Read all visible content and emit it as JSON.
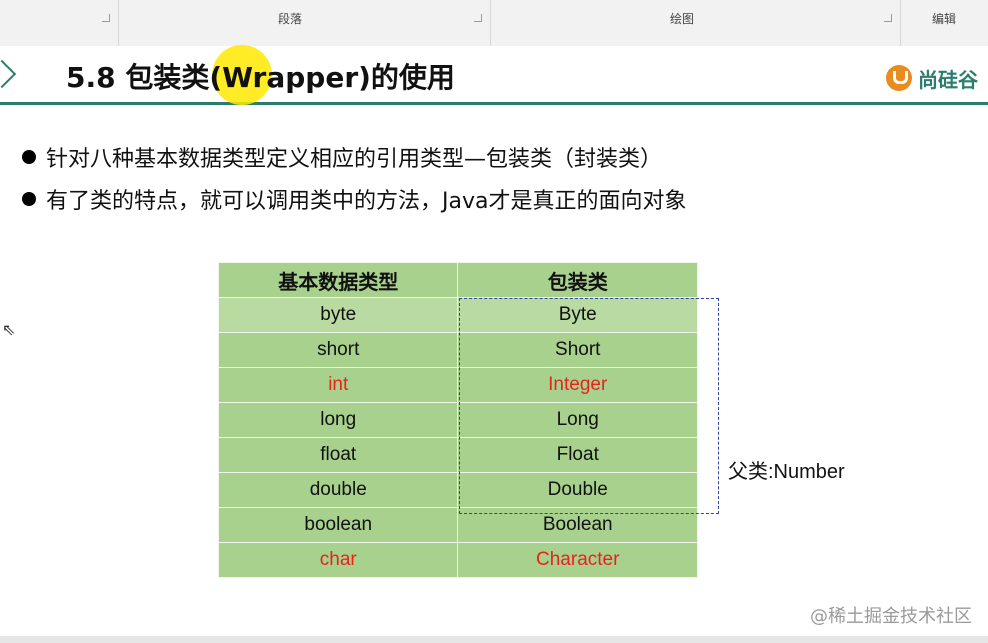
{
  "ribbon": {
    "groups": [
      "段落",
      "绘图",
      "编辑"
    ]
  },
  "slide": {
    "title": "5.8  包装类(Wrapper)的使用",
    "logo_text": "尚硅谷",
    "bullets": [
      "针对八种基本数据类型定义相应的引用类型—包装类（封装类）",
      "有了类的特点，就可以调用类中的方法，Java才是真正的面向对象"
    ],
    "table": {
      "headers": [
        "基本数据类型",
        "包装类"
      ],
      "rows": [
        [
          "byte",
          "Byte"
        ],
        [
          "short",
          "Short"
        ],
        [
          "int",
          "Integer"
        ],
        [
          "long",
          "Long"
        ],
        [
          "float",
          "Float"
        ],
        [
          "double",
          "Double"
        ],
        [
          "boolean",
          "Boolean"
        ],
        [
          "char",
          "Character"
        ]
      ]
    },
    "parent_label": "父类:Number",
    "watermark": "@稀土掘金技术社区"
  },
  "colors": {
    "accent": "#2b7e6e",
    "table_bg": "#a9d18e",
    "highlight_text": "#e8231b",
    "dashed_border": "#3342a8",
    "cursor_highlight": "#ffe900"
  }
}
